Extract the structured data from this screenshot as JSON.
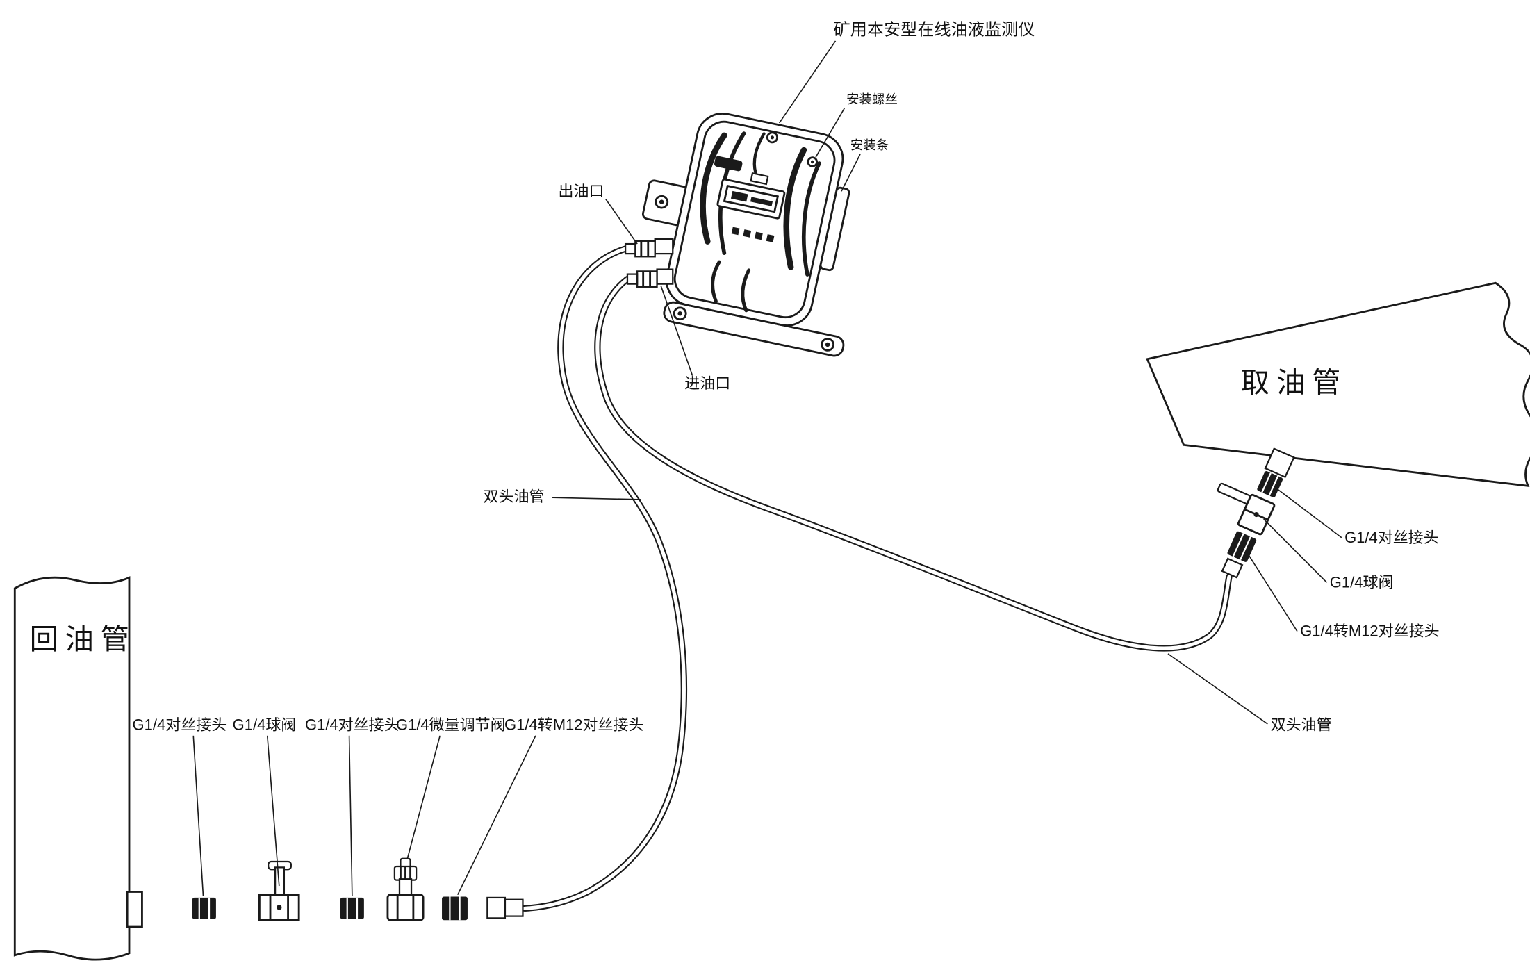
{
  "diagram": {
    "title_label": "矿用本安型在线油液监测仪",
    "labels": {
      "mounting_screw": "安装螺丝",
      "mounting_bar": "安装条",
      "oil_outlet": "出油口",
      "oil_inlet": "进油口",
      "double_tube_left": "双头油管",
      "double_tube_right": "双头油管",
      "intake_pipe": "取油管",
      "return_pipe": "回油管"
    },
    "right_fittings": {
      "connector": "G1/4对丝接头",
      "ball_valve": "G1/4球阀",
      "m12_connector": "G1/4转M12对丝接头"
    },
    "bottom_fittings": {
      "connector1": "G1/4对丝接头",
      "ball_valve": "G1/4球阀",
      "connector2": "G1/4对丝接头",
      "micro_valve": "G1/4微量调节阀",
      "m12_connector": "G1/4转M12对丝接头"
    }
  }
}
